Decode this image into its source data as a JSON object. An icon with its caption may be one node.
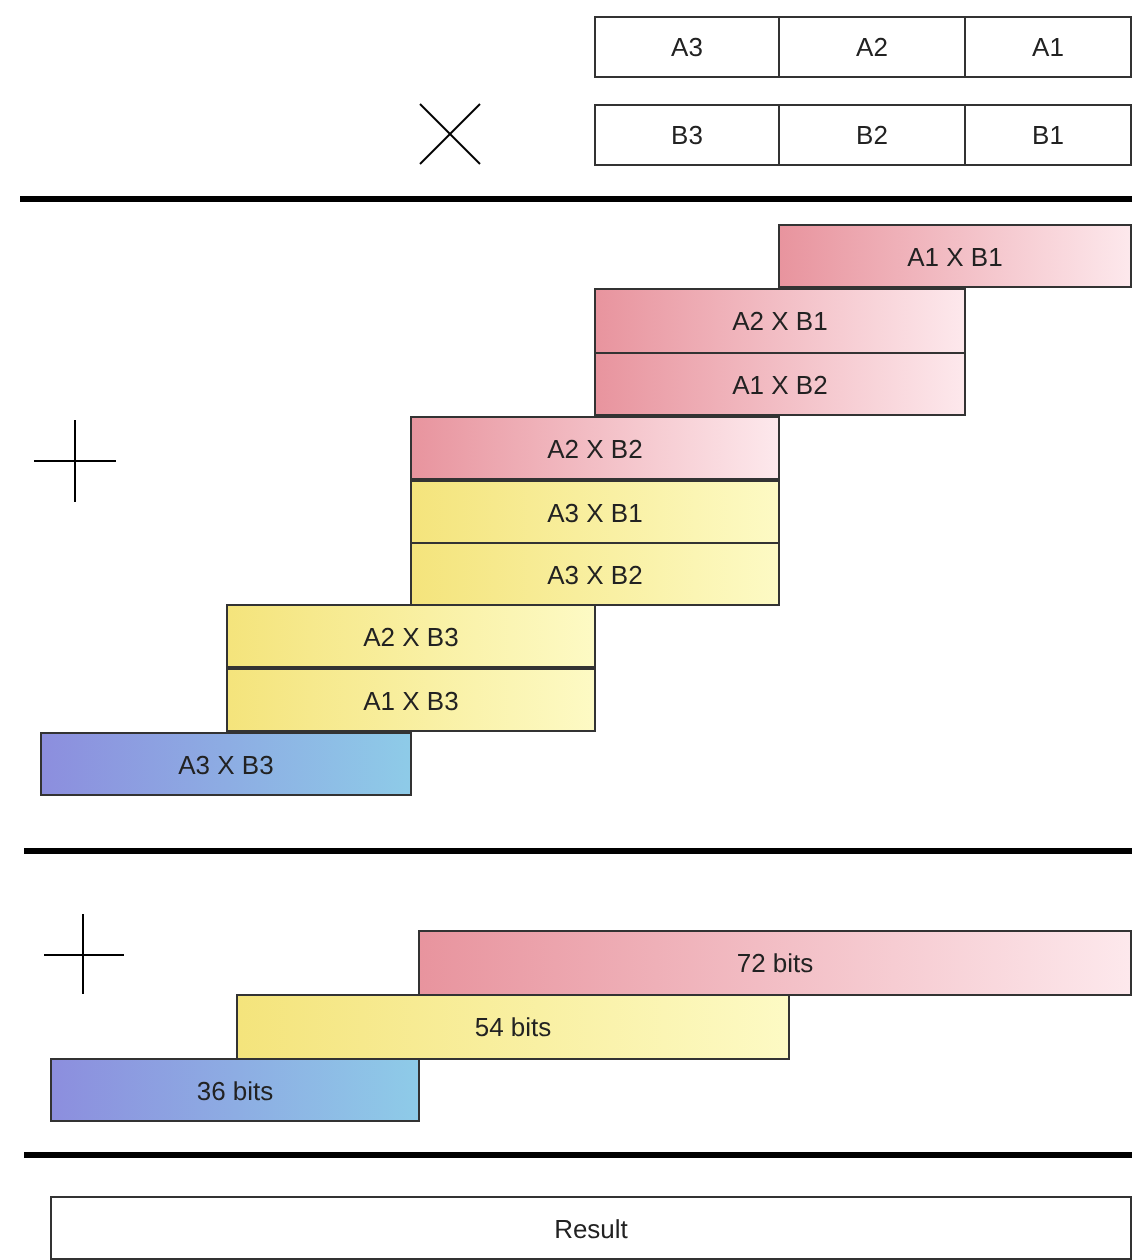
{
  "diagram": {
    "nodes": [
      {
        "text": [
          "A3"
        ]
      },
      {
        "text": [
          "A2"
        ]
      },
      {
        "text": [
          "A1"
        ]
      },
      {
        "text": [
          "B3"
        ]
      },
      {
        "text": [
          "B2"
        ]
      },
      {
        "text": [
          "B1"
        ]
      },
      {
        "text": [
          "A1 X B1"
        ]
      },
      {
        "text": [
          "A2 X B1"
        ]
      },
      {
        "text": [
          "A1 X B2"
        ]
      },
      {
        "text": [
          "A2 X B2"
        ]
      },
      {
        "text": [
          "A3 X B1"
        ]
      },
      {
        "text": [
          "A3 X B2"
        ]
      },
      {
        "text": [
          "A2 X B3"
        ]
      },
      {
        "text": [
          "A1 X B3"
        ]
      },
      {
        "text": [
          "A3 X B3"
        ]
      },
      {
        "text": [
          "72 bits"
        ]
      },
      {
        "text": [
          "54 bits"
        ]
      },
      {
        "text": [
          "36 bits"
        ]
      },
      {
        "text": [
          "Result"
        ]
      }
    ]
  }
}
